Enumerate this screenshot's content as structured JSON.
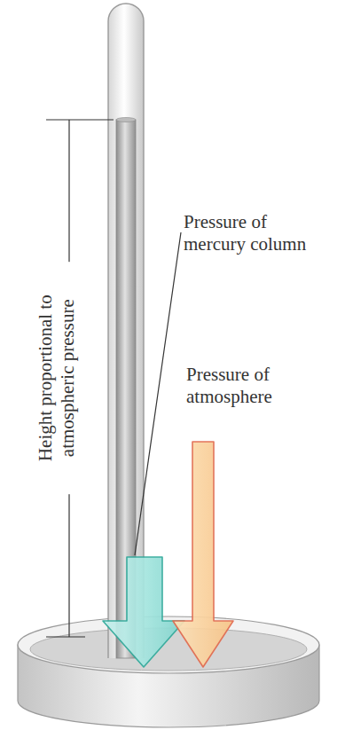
{
  "diagram": {
    "labels": [
      "Height proportional to atmospheric pressure",
      "Pressure of mercury column",
      "Pressure of atmosphere"
    ]
  }
}
